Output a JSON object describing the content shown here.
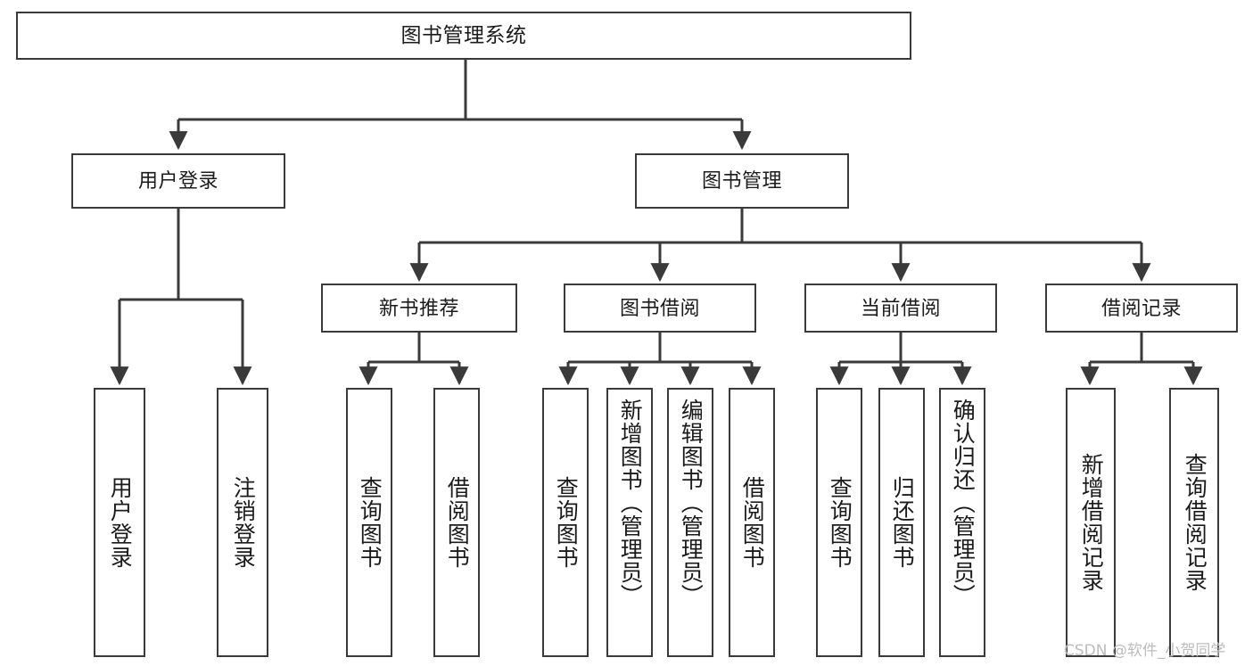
{
  "diagram": {
    "type": "tree",
    "title": "图书管理系统",
    "style": {
      "background": "#ffffff",
      "node_fill": "#ffffff",
      "node_border": "#3a3a3a",
      "edge_color": "#3a3a3a",
      "text_color": "#1b1b1b",
      "watermark_color": "#bcbcbc"
    },
    "root": {
      "label": "图书管理系统"
    },
    "level1": [
      {
        "label": "用户登录"
      },
      {
        "label": "图书管理"
      }
    ],
    "level2": [
      {
        "label": "新书推荐"
      },
      {
        "label": "图书借阅"
      },
      {
        "label": "当前借阅"
      },
      {
        "label": "借阅记录"
      }
    ],
    "leaves": {
      "user_login": [
        {
          "label": "用户登录"
        },
        {
          "label": "注销登录"
        }
      ],
      "new_book_recommend": [
        {
          "label": "查询图书"
        },
        {
          "label": "借阅图书"
        }
      ],
      "book_borrow": [
        {
          "label": "查询图书"
        },
        {
          "label": "新增图书（管理员）"
        },
        {
          "label": "编辑图书（管理员）"
        },
        {
          "label": "借阅图书"
        }
      ],
      "current_borrow": [
        {
          "label": "查询图书"
        },
        {
          "label": "归还图书"
        },
        {
          "label": "确认归还（管理员）"
        }
      ],
      "borrow_record": [
        {
          "label": "新增借阅记录"
        },
        {
          "label": "查询借阅记录"
        }
      ]
    }
  },
  "watermark": {
    "text": "CSDN @软件_小贺同学"
  }
}
